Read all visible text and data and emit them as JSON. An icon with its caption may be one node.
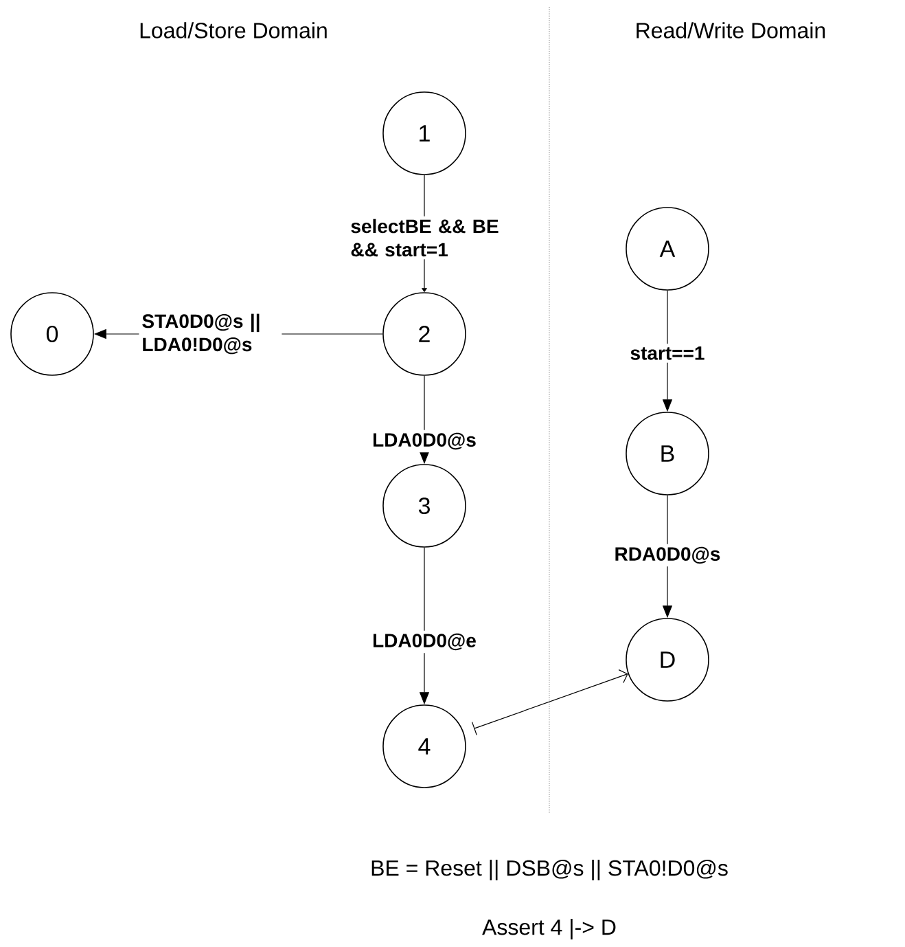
{
  "diagram": {
    "nodes": [
      {
        "text": [
          "1"
        ]
      },
      {
        "text": [
          "0"
        ]
      },
      {
        "text": [
          "2"
        ]
      },
      {
        "text": [
          "3"
        ]
      },
      {
        "text": [
          "4"
        ]
      },
      {
        "text": [
          "A"
        ]
      },
      {
        "text": [
          "B"
        ]
      },
      {
        "text": [
          "D"
        ]
      }
    ],
    "edges": [
      {
        "from": 0,
        "to": 2,
        "arrow": "to",
        "label": "selectBE && BE && start=1"
      },
      {
        "from": 2,
        "to": 1,
        "arrow": "to",
        "label": "STA0D0@s || LDA0!D0@s"
      },
      {
        "from": 2,
        "to": 3,
        "arrow": "to",
        "label": "LDA0D0@s"
      },
      {
        "from": 3,
        "to": 4,
        "arrow": "to",
        "label": "LDA0D0@e"
      },
      {
        "from": 5,
        "to": 6,
        "arrow": "to",
        "label": "start==1"
      },
      {
        "from": 6,
        "to": 7,
        "arrow": "to",
        "label": "RDA0D0@s"
      },
      {
        "from": 4,
        "to": 7,
        "arrow": "to"
      }
    ],
    "labels": [
      "Load/Store Domain",
      "Read/Write Domain",
      "BE = Reset || DSB@s || STA0!D0@s",
      "Assert 4 |-> D"
    ]
  }
}
